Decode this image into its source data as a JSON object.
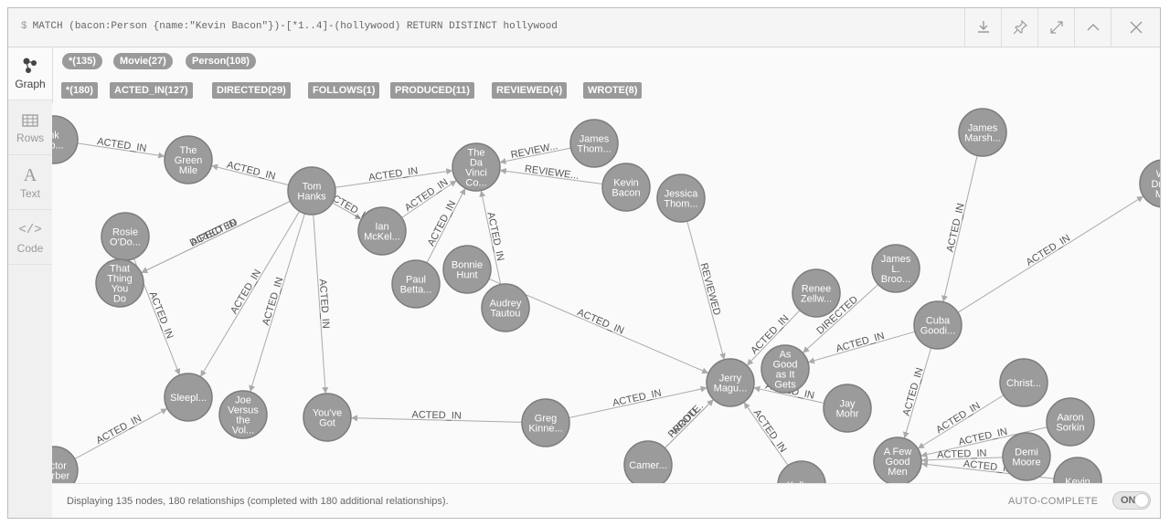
{
  "query": {
    "prompt": "$",
    "text": "MATCH (bacon:Person {name:\"Kevin Bacon\"})-[*1..4]-(hollywood) RETURN DISTINCT hollywood"
  },
  "toolbar": {
    "download_icon": "download-icon",
    "pin_icon": "pin-icon",
    "expand_icon": "expand-icon",
    "collapse_icon": "chevron-up-icon",
    "close_icon": "close-icon"
  },
  "sidebar": {
    "graph": "Graph",
    "rows": "Rows",
    "text": "Text",
    "text_icon": "A",
    "code": "Code",
    "code_icon": "</>"
  },
  "node_labels": [
    "*(135)",
    "Movie(27)",
    "Person(108)"
  ],
  "rel_types": [
    "*(180)",
    "ACTED_IN(127)",
    "DIRECTED(29)",
    "FOLLOWS(1)",
    "PRODUCED(11)",
    "REVIEWED(4)",
    "WROTE(8)"
  ],
  "graph": {
    "nodes": [
      {
        "id": "green_mile",
        "lines": [
          "The",
          "Green",
          "Mile"
        ]
      },
      {
        "id": "tom_hanks",
        "lines": [
          "Tom",
          "Hanks"
        ]
      },
      {
        "id": "davinci",
        "lines": [
          "The",
          "Da",
          "Vinci",
          "Co..."
        ]
      },
      {
        "id": "james_thom",
        "lines": [
          "James",
          "Thom..."
        ]
      },
      {
        "id": "kevin_bacon",
        "lines": [
          "Kevin",
          "Bacon"
        ]
      },
      {
        "id": "jessica_thom",
        "lines": [
          "Jessica",
          "Thom..."
        ]
      },
      {
        "id": "james_marsh",
        "lines": [
          "James",
          "Marsh..."
        ]
      },
      {
        "id": "wh_dre",
        "lines": [
          "Wh",
          "Dre...",
          "M..."
        ]
      },
      {
        "id": "rosie",
        "lines": [
          "Rosie",
          "O'Do..."
        ]
      },
      {
        "id": "ian",
        "lines": [
          "Ian",
          "McKel..."
        ]
      },
      {
        "id": "that_thing",
        "lines": [
          "That",
          "Thing",
          "You",
          "Do"
        ]
      },
      {
        "id": "bonnie",
        "lines": [
          "Bonnie",
          "Hunt"
        ]
      },
      {
        "id": "paul",
        "lines": [
          "Paul",
          "Betta..."
        ]
      },
      {
        "id": "audrey",
        "lines": [
          "Audrey",
          "Tautou"
        ]
      },
      {
        "id": "renee",
        "lines": [
          "Renee",
          "Zellw..."
        ]
      },
      {
        "id": "james_broo",
        "lines": [
          "James",
          "L.",
          "Broo..."
        ]
      },
      {
        "id": "cuba",
        "lines": [
          "Cuba",
          "Goodi..."
        ]
      },
      {
        "id": "as_good",
        "lines": [
          "As",
          "Good",
          "as It",
          "Gets"
        ]
      },
      {
        "id": "jerry",
        "lines": [
          "Jerry",
          "Magu..."
        ]
      },
      {
        "id": "jay",
        "lines": [
          "Jay",
          "Mohr"
        ]
      },
      {
        "id": "sleepl",
        "lines": [
          "Sleepl..."
        ]
      },
      {
        "id": "joe",
        "lines": [
          "Joe",
          "Versus",
          "the",
          "Vol..."
        ]
      },
      {
        "id": "youve",
        "lines": [
          "You've",
          "Got"
        ]
      },
      {
        "id": "greg",
        "lines": [
          "Greg",
          "Kinne..."
        ]
      },
      {
        "id": "camer",
        "lines": [
          "Camer..."
        ]
      },
      {
        "id": "kelly",
        "lines": [
          "Kelly..."
        ]
      },
      {
        "id": "christ",
        "lines": [
          "Christ..."
        ]
      },
      {
        "id": "aaron",
        "lines": [
          "Aaron",
          "Sorkin"
        ]
      },
      {
        "id": "demi",
        "lines": [
          "Demi",
          "Moore"
        ]
      },
      {
        "id": "few_good",
        "lines": [
          "A Few",
          "Good",
          "Men"
        ]
      },
      {
        "id": "kevin_b2",
        "lines": [
          "Kevin"
        ]
      },
      {
        "id": "victor",
        "lines": [
          "Victor",
          "Garber"
        ]
      },
      {
        "id": "left_top",
        "lines": [
          "nk",
          "nb..."
        ]
      }
    ],
    "edges": [
      {
        "from": "tom_hanks",
        "to": "green_mile",
        "label": "ACTED_IN"
      },
      {
        "from": "tom_hanks",
        "to": "davinci",
        "label": "ACTED_IN"
      },
      {
        "from": "tom_hanks",
        "to": "that_thing",
        "label": "ACTED_IN"
      },
      {
        "from": "tom_hanks",
        "to": "that_thing",
        "label": "DIRECTED"
      },
      {
        "from": "tom_hanks",
        "to": "sleepl",
        "label": "ACTED_IN"
      },
      {
        "from": "tom_hanks",
        "to": "joe",
        "label": "ACTED_IN"
      },
      {
        "from": "tom_hanks",
        "to": "youve",
        "label": "ACTED_IN"
      },
      {
        "from": "tom_hanks",
        "to": "ian",
        "label": "ACTED_IN"
      },
      {
        "from": "ian",
        "to": "davinci",
        "label": "ACTED_IN"
      },
      {
        "from": "paul",
        "to": "davinci",
        "label": "ACTED_IN"
      },
      {
        "from": "audrey",
        "to": "davinci",
        "label": "ACTED_IN"
      },
      {
        "from": "james_thom",
        "to": "davinci",
        "label": "REVIEW..."
      },
      {
        "from": "kevin_bacon",
        "to": "davinci",
        "label": "REVIEWE..."
      },
      {
        "from": "jessica_thom",
        "to": "jerry",
        "label": "REVIEWED"
      },
      {
        "from": "bonnie",
        "to": "jerry",
        "label": "ACTED_IN"
      },
      {
        "from": "greg",
        "to": "youve",
        "label": "ACTED_IN"
      },
      {
        "from": "greg",
        "to": "jerry",
        "label": "ACTED_IN"
      },
      {
        "from": "renee",
        "to": "jerry",
        "label": "ACTED_IN"
      },
      {
        "from": "james_broo",
        "to": "as_good",
        "label": "DIRECTED"
      },
      {
        "from": "cuba",
        "to": "as_good",
        "label": "ACTED_IN"
      },
      {
        "from": "cuba",
        "to": "few_good",
        "label": "ACTED_IN"
      },
      {
        "from": "cuba",
        "to": "wh_dre",
        "label": "ACTED_IN"
      },
      {
        "from": "james_marsh",
        "to": "cuba",
        "label": "ACTED_IN"
      },
      {
        "from": "jay",
        "to": "jerry",
        "label": "ACTED_IN"
      },
      {
        "from": "camer",
        "to": "jerry",
        "label": "WROTE"
      },
      {
        "from": "camer",
        "to": "jerry",
        "label": "PRODU..."
      },
      {
        "from": "kelly",
        "to": "jerry",
        "label": "ACTED_IN"
      },
      {
        "from": "christ",
        "to": "few_good",
        "label": "ACTED_IN"
      },
      {
        "from": "aaron",
        "to": "few_good",
        "label": "ACTED_IN"
      },
      {
        "from": "demi",
        "to": "few_good",
        "label": "ACTED_IN"
      },
      {
        "from": "kevin_b2",
        "to": "few_good",
        "label": "ACTED_IN"
      },
      {
        "from": "rosie",
        "to": "sleepl",
        "label": "ACTED_IN"
      },
      {
        "from": "victor",
        "to": "sleepl",
        "label": "ACTED_IN"
      },
      {
        "from": "left_top",
        "to": "green_mile",
        "label": "ACTED_IN"
      }
    ]
  },
  "footer": {
    "status": "Displaying 135 nodes, 180 relationships (completed with 180 additional relationships).",
    "autocomplete_label": "AUTO-COMPLETE",
    "toggle_state": "ON"
  },
  "colors": {
    "node_fill": "#9b9b9b",
    "node_stroke": "#7c7c7c",
    "edge": "#aaaaaa",
    "pill": "#9a9a9a"
  }
}
